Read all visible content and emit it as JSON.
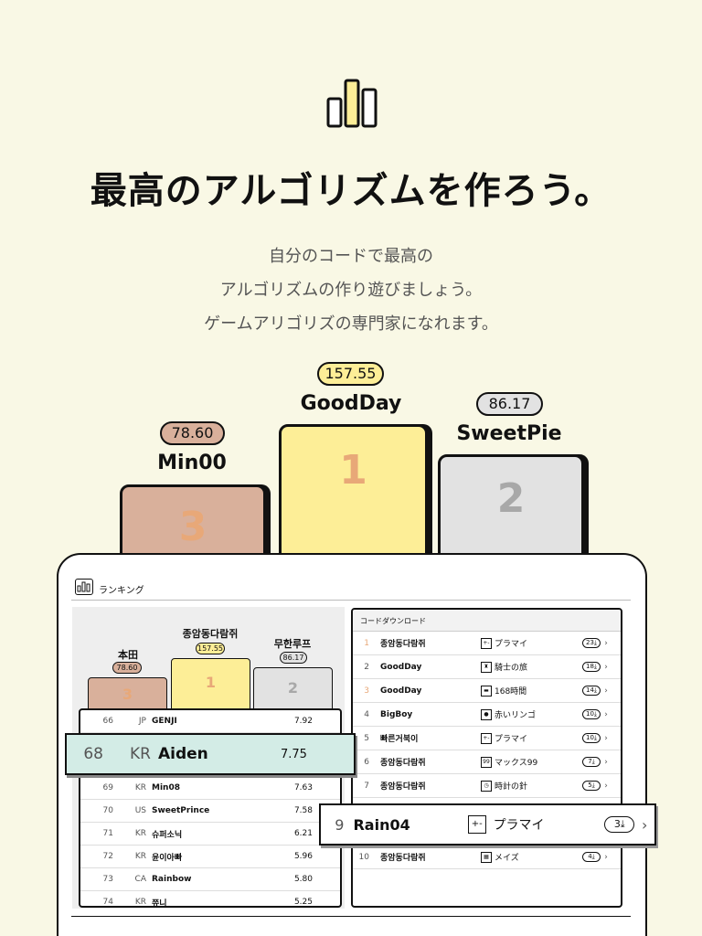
{
  "hero": {
    "icon": "bar-chart-icon",
    "title": "最高のアルゴリズムを作ろう。",
    "subtitle_lines": [
      "自分のコードで最高の",
      "アルゴリズムの作り遊びましょう。",
      "ゲームアリゴリズの専門家になれます。"
    ]
  },
  "colors": {
    "background": "#f9f8e5",
    "gold": "#fdee97",
    "silver": "#e2e2e2",
    "bronze": "#d9b09b",
    "highlight": "#d3ece6",
    "number_orange": "#e8a878",
    "number_gray": "#a8a8a8"
  },
  "podium": [
    {
      "place": "1",
      "name": "GoodDay",
      "score": "157.55"
    },
    {
      "place": "2",
      "name": "SweetPie",
      "score": "86.17"
    },
    {
      "place": "3",
      "name": "Min00",
      "score": "78.60"
    }
  ],
  "tablet": {
    "tab_title": "ランキング",
    "mini_podium": [
      {
        "place": "1",
        "name": "종암동다람쥐",
        "score": "157.55"
      },
      {
        "place": "2",
        "name": "무한루프",
        "score": "86.17"
      },
      {
        "place": "3",
        "name": "本田",
        "score": "78.60"
      }
    ],
    "ranking_rows": [
      {
        "rank": "66",
        "country": "JP",
        "name": "GENJI",
        "score": "7.92"
      },
      {
        "rank": "69",
        "country": "KR",
        "name": "Min08",
        "score": "7.63"
      },
      {
        "rank": "70",
        "country": "US",
        "name": "SweetPrince",
        "score": "7.58"
      },
      {
        "rank": "71",
        "country": "KR",
        "name": "슈퍼소닉",
        "score": "6.21"
      },
      {
        "rank": "72",
        "country": "KR",
        "name": "윤이아빠",
        "score": "5.96"
      },
      {
        "rank": "73",
        "country": "CA",
        "name": "Rainbow",
        "score": "5.80"
      },
      {
        "rank": "74",
        "country": "KR",
        "name": "쮸니",
        "score": "5.25"
      }
    ],
    "highlight_row": {
      "rank": "68",
      "country": "KR",
      "name": "Aiden",
      "score": "7.75"
    },
    "download_title": "コードダウンロード",
    "downloads": [
      {
        "rank": "1",
        "name": "종암동다람쥐",
        "icon": "+-",
        "algo": "プラマイ",
        "count": "23⤓"
      },
      {
        "rank": "2",
        "name": "GoodDay",
        "icon": "♜",
        "algo": "騎士の旅",
        "count": "18⤓"
      },
      {
        "rank": "3",
        "name": "GoodDay",
        "icon": "▬",
        "algo": "168時間",
        "count": "14⤓"
      },
      {
        "rank": "4",
        "name": "BigBoy",
        "icon": "●",
        "algo": "赤いリンゴ",
        "count": "10⤓"
      },
      {
        "rank": "5",
        "name": "빠른거북이",
        "icon": "+-",
        "algo": "プラマイ",
        "count": "10⤓"
      },
      {
        "rank": "6",
        "name": "종암동다람쥐",
        "icon": "99",
        "algo": "マックス99",
        "count": "7⤓"
      },
      {
        "rank": "7",
        "name": "종암동다람쥐",
        "icon": "◷",
        "algo": "時計の針",
        "count": "5⤓"
      },
      {
        "rank": "10",
        "name": "종암동다람쥐",
        "icon": "▦",
        "algo": "メイズ",
        "count": "4⤓"
      }
    ],
    "popup_row": {
      "rank": "9",
      "name": "Rain04",
      "icon": "+-",
      "algo": "プラマイ",
      "count": "3⤓"
    }
  }
}
